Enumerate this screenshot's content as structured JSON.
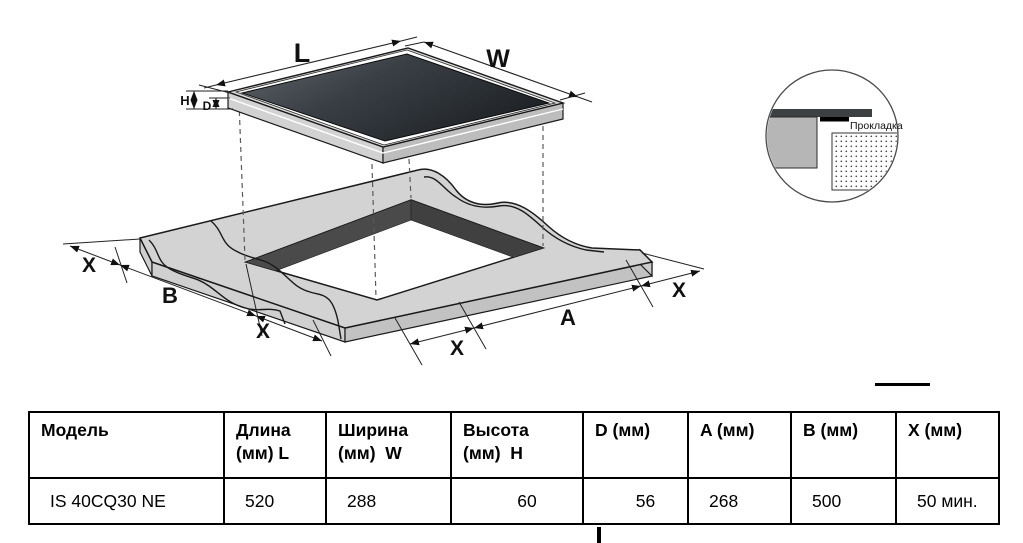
{
  "diagram": {
    "dim_length": "L",
    "dim_width": "W",
    "dim_height": "H",
    "dim_depth": "D",
    "dim_a": "A",
    "dim_b": "B",
    "dim_x": "X",
    "gasket_label": "Прокладка"
  },
  "table": {
    "headers": [
      {
        "line1": "Модель",
        "line2": ""
      },
      {
        "line1": "Длина",
        "line2": "(мм) L"
      },
      {
        "line1": "Ширина",
        "line2": "(мм)  W"
      },
      {
        "line1": "Высота",
        "line2": "(мм)  H"
      },
      {
        "line1": "D (мм)",
        "line2": ""
      },
      {
        "line1": "A (мм)",
        "line2": ""
      },
      {
        "line1": "B (мм)",
        "line2": ""
      },
      {
        "line1": "X (мм)",
        "line2": ""
      }
    ],
    "row": {
      "model": "IS 40CQ30 NE",
      "length_mm": "520",
      "width_mm": "288",
      "height_mm": "60",
      "d_mm": "56",
      "a_mm": "268",
      "b_mm": "500",
      "x_mm": "50 мин."
    }
  }
}
